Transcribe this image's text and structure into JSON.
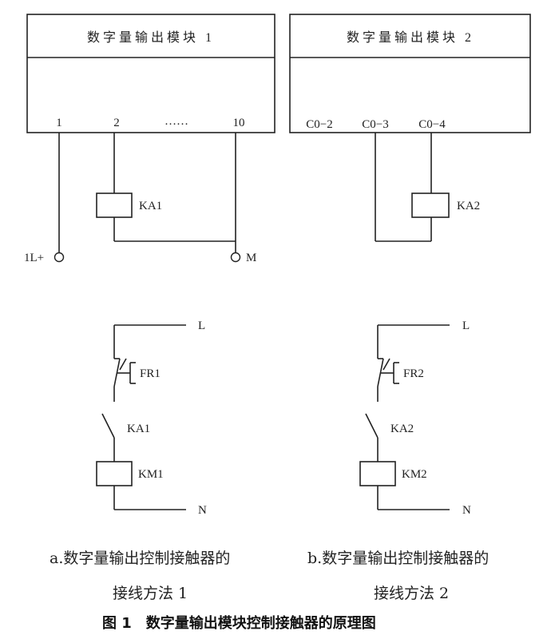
{
  "module1": {
    "title": "数字量输出模块 1",
    "pins": [
      "1",
      "2",
      "……",
      "10"
    ],
    "coil": "KA1",
    "terminal_left": "1L+",
    "terminal_right": "M"
  },
  "module2": {
    "title": "数字量输出模块 2",
    "pins": [
      "C0−2",
      "C0−3",
      "C0−4"
    ],
    "coil": "KA2"
  },
  "circuit_a": {
    "line": "L",
    "neutral": "N",
    "overload": "FR1",
    "relay_contact": "KA1",
    "contactor": "KM1"
  },
  "circuit_b": {
    "line": "L",
    "neutral": "N",
    "overload": "FR2",
    "relay_contact": "KA2",
    "contactor": "KM2"
  },
  "captions": {
    "a_line1": "a.数字量输出控制接触器的",
    "a_line2": "接线方法 1",
    "b_line1": "b.数字量输出控制接触器的",
    "b_line2": "接线方法 2"
  },
  "figure_title": "图 1　数字量输出模块控制接触器的原理图"
}
